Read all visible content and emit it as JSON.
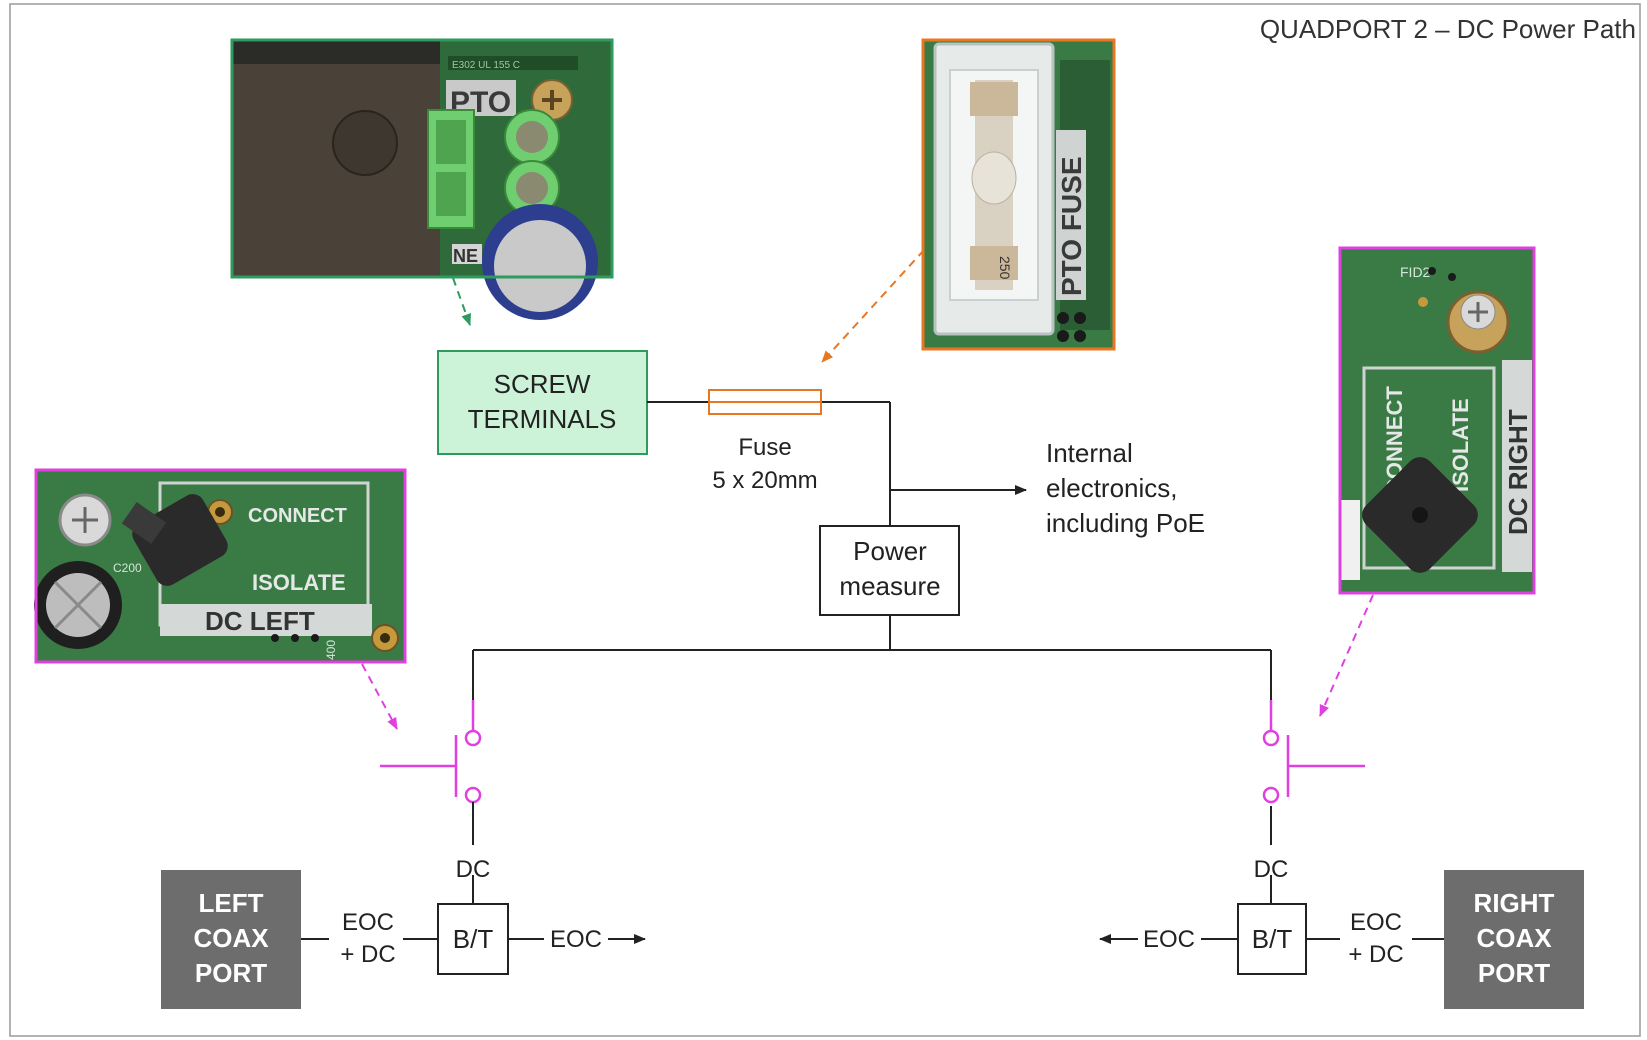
{
  "title": "QUADPORT 2 – DC Power Path",
  "blocks": {
    "screw_terminals": [
      "SCREW",
      "TERMINALS"
    ],
    "power_measure": [
      "Power",
      "measure"
    ],
    "bt_left": "B/T",
    "bt_right": "B/T",
    "left_port": [
      "LEFT",
      "COAX",
      "PORT"
    ],
    "right_port": [
      "RIGHT",
      "COAX",
      "PORT"
    ]
  },
  "labels": {
    "fuse": [
      "Fuse",
      "5 x 20mm"
    ],
    "internal": [
      "Internal",
      "electronics,",
      "including PoE"
    ],
    "dc_left": "DC",
    "dc_right": "DC",
    "eoc_dc_left": [
      "EOC",
      "+ DC"
    ],
    "eoc_dc_right": [
      "EOC",
      "+ DC"
    ],
    "eoc_out_left": "EOC",
    "eoc_out_right": "EOC"
  },
  "photos": {
    "pto_terminal": {
      "texts": [
        "PTO",
        "NE"
      ]
    },
    "pto_fuse": {
      "texts": [
        "PTO FUSE",
        "250"
      ]
    },
    "dc_left_switch": {
      "texts": [
        "CONNECT",
        "ISOLATE",
        "DC LEFT",
        "C200",
        "400"
      ]
    },
    "dc_right_switch": {
      "texts": [
        "FID2",
        "CONNECT",
        "ISOLATE",
        "DC RIGHT"
      ]
    }
  },
  "colors": {
    "green": "#2e9a5e",
    "green_fill": "#ccf2d8",
    "orange": "#e87722",
    "magenta": "#e040e0",
    "port_gray": "#6d6d6d",
    "line": "#222222",
    "pcb": "#2f6b3a"
  }
}
